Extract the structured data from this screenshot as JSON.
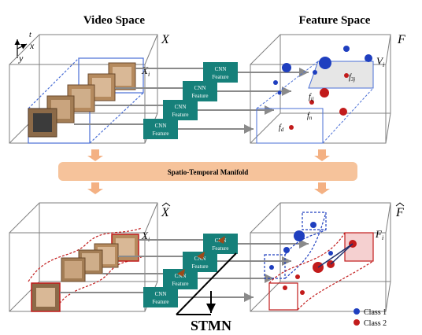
{
  "titles": {
    "video_space": "Video Space",
    "feature_space": "Feature Space"
  },
  "axes": {
    "t": "t",
    "x": "x",
    "y": "y"
  },
  "top": {
    "space_label": "X",
    "feature_label": "F",
    "sample_label": "X",
    "sample_sub": "i",
    "feature_sample": "V",
    "feature_sample_sub": "i",
    "f_labels": [
      {
        "main": "f",
        "sub": "d"
      },
      {
        "main": "f",
        "sub": "n"
      },
      {
        "main": "f",
        "sub": "ij"
      },
      {
        "main": "f",
        "sub": "3j"
      }
    ]
  },
  "cnn_label_line1": "CNN",
  "cnn_label_line2": "Feature",
  "manifold": {
    "label": "Spatio-Temporal Manifold",
    "color": "#f6c39b"
  },
  "bottom": {
    "space_label": "X",
    "feature_label": "F",
    "sample_label": "X",
    "sample_sub": "i",
    "feature_sample": "F",
    "feature_sample_sub": "i",
    "stmn": "STMN"
  },
  "legend": [
    {
      "name": "Class 1",
      "color": "#1f3fbf"
    },
    {
      "name": "Class 2",
      "color": "#c21b1b"
    }
  ],
  "colors": {
    "cnn": "#16807a",
    "arrow": "#8a8a8a",
    "orange_arrow": "#f4b183",
    "blue": "#1f3fbf",
    "red": "#c21b1b"
  }
}
